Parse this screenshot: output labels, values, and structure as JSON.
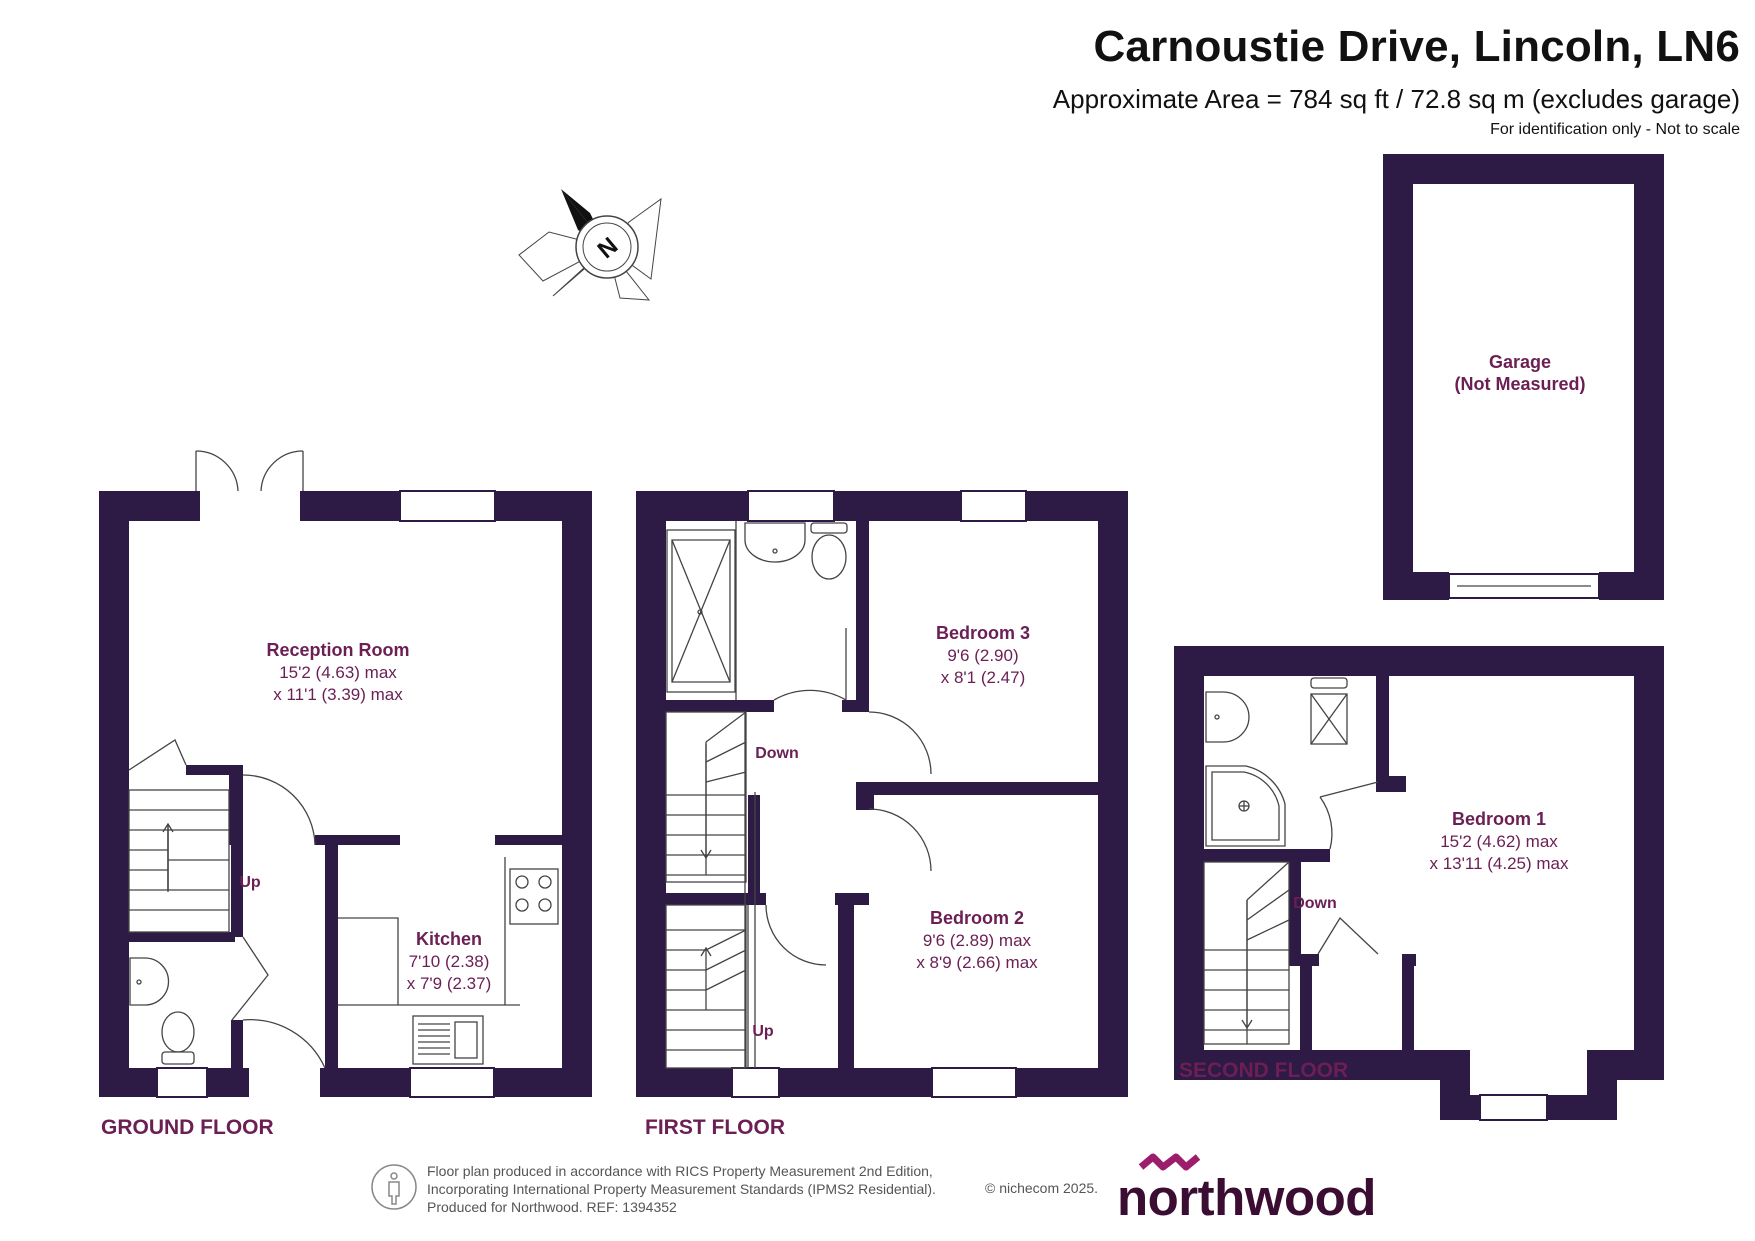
{
  "header": {
    "title": "Carnoustie Drive, Lincoln, LN6",
    "subtitle": "Approximate Area = 784 sq ft / 72.8 sq m (excludes garage)",
    "note": "For identification only - Not to scale"
  },
  "compass": {
    "label": "N"
  },
  "floors": {
    "ground": "GROUND FLOOR",
    "first": "FIRST FLOOR",
    "second": "SECOND FLOOR"
  },
  "rooms": {
    "reception": {
      "name": "Reception Room",
      "dim1": "15'2 (4.63) max",
      "dim2": "x 11'1 (3.39) max"
    },
    "kitchen": {
      "name": "Kitchen",
      "dim1": "7'10 (2.38)",
      "dim2": "x 7'9 (2.37)"
    },
    "bedroom3": {
      "name": "Bedroom 3",
      "dim1": "9'6 (2.90)",
      "dim2": "x 8'1 (2.47)"
    },
    "bedroom2": {
      "name": "Bedroom 2",
      "dim1": "9'6 (2.89) max",
      "dim2": "x 8'9 (2.66) max"
    },
    "bedroom1": {
      "name": "Bedroom 1",
      "dim1": "15'2 (4.62) max",
      "dim2": "x 13'11 (4.25) max"
    },
    "garage": {
      "name": "Garage",
      "dim1": "(Not Measured)"
    }
  },
  "stairs": {
    "ground_up": "Up",
    "first_down": "Down",
    "first_up": "Up",
    "second_down": "Down"
  },
  "footer": {
    "line1": "Floor plan produced in accordance with RICS Property Measurement 2nd Edition,",
    "line2": "Incorporating International Property Measurement Standards (IPMS2 Residential).",
    "line3": "Produced for Northwood.   REF:  1394352",
    "copyright": "© nichecom 2025.",
    "brand": "northwood"
  },
  "colors": {
    "wall": "#2d1a45",
    "label": "#6b1f54",
    "brand": "#3b0d33",
    "logo_mark": "#9c1d6b"
  }
}
